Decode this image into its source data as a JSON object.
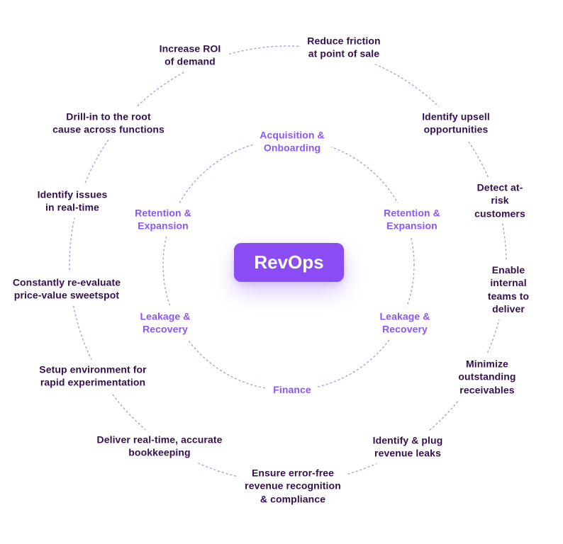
{
  "diagram_title": "RevOps circular value diagram",
  "colors": {
    "center_badge_bg": "#8a4cf3",
    "outer_label_text": "#341050",
    "inner_label_text": "#8b57f2",
    "dotted_ring": "#b3a0ea",
    "background": "#ffffff"
  },
  "center": {
    "label": "RevOps"
  },
  "inner_ring": {
    "items": [
      {
        "label": "Acquisition &\nOnboarding"
      },
      {
        "label": "Retention &\nExpansion"
      },
      {
        "label": "Leakage &\nRecovery"
      },
      {
        "label": "Finance"
      },
      {
        "label": "Leakage &\nRecovery"
      },
      {
        "label": "Retention &\nExpansion"
      }
    ]
  },
  "outer_ring": {
    "items": [
      {
        "label": "Increase ROI\nof demand"
      },
      {
        "label": "Reduce friction\nat point of sale"
      },
      {
        "label": "Identify upsell\nopportunities"
      },
      {
        "label": "Detect at-risk\ncustomers"
      },
      {
        "label": "Enable internal\nteams to deliver"
      },
      {
        "label": "Minimize outstanding\nreceivables"
      },
      {
        "label": "Identify & plug\nrevenue leaks"
      },
      {
        "label": "Ensure error-free\nrevenue recognition\n& compliance"
      },
      {
        "label": "Deliver real-time, accurate\nbookkeeping"
      },
      {
        "label": "Setup environment for\nrapid experimentation"
      },
      {
        "label": "Constantly re-evaluate\nprice-value sweetspot"
      },
      {
        "label": "Identify issues\nin real-time"
      },
      {
        "label": "Drill-in to the root\ncause across functions"
      }
    ]
  }
}
